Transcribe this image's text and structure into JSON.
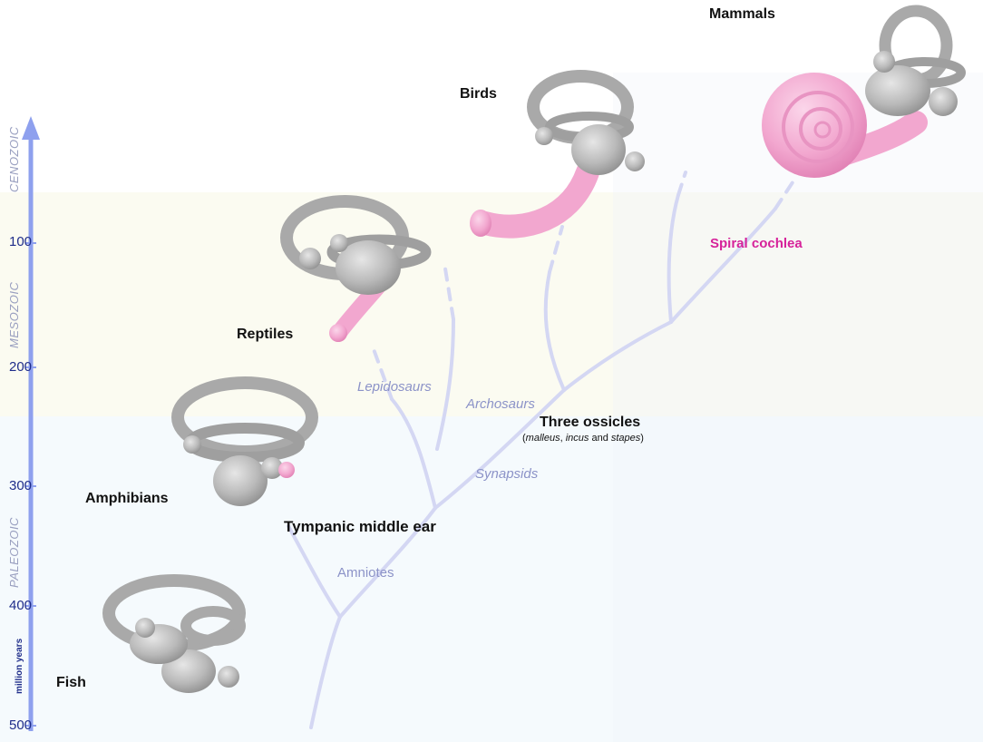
{
  "timescale": {
    "units": "million years",
    "ticks": [
      "100",
      "200",
      "300",
      "400",
      "500"
    ],
    "eras": [
      "CENOZOIC",
      "MESOZOIC",
      "PALEOZOIC"
    ]
  },
  "groups": {
    "fish": "Fish",
    "amphibians": "Amphibians",
    "reptiles": "Reptiles",
    "birds": "Birds",
    "mammals": "Mammals"
  },
  "clades": {
    "lepidosaurs": "Lepidosaurs",
    "archosaurs": "Archosaurs",
    "synapsids": "Synapsids",
    "amniotes": "Amniotes"
  },
  "events": {
    "tympanic": "Tympanic middle ear",
    "ossicles_title": "Three ossicles",
    "ossicles_malleus": "malleus",
    "ossicles_comma": ",",
    "ossicles_incus": "incus",
    "ossicles_and": "and",
    "ossicles_stapes": "stapes",
    "spiral": "Spiral cochlea"
  },
  "colors": {
    "cenozoic_band": "#ffffff",
    "mesozoic_band": "#fbfbf1",
    "paleozoic_band": "#f5fafd",
    "tree": "#d4d7f3",
    "axis": "#8ea0ee",
    "ear_gray": "#b9b9b9",
    "cochlea_pink": "#f2a7cf",
    "highlight_pink": "#d6229a"
  }
}
